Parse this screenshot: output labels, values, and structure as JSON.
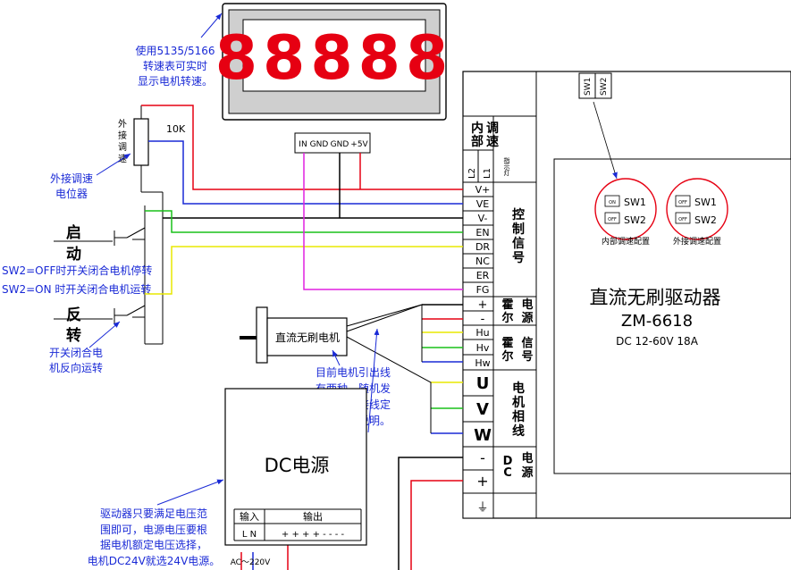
{
  "display": {
    "digits": "88888",
    "note": [
      "使用5135/5166",
      "转速表可实时",
      "显示电机转速。"
    ]
  },
  "potentiometer": {
    "vertical_label": "外接调速",
    "value": "10K",
    "caption": [
      "外接调速",
      "电位器"
    ]
  },
  "meter_terminals": [
    "IN",
    "GND",
    "GND",
    "+5V"
  ],
  "switches": {
    "start": "启动",
    "reverse": "反转",
    "sw2_note": [
      "SW2=OFF时开关闭合电机停转",
      "SW2=ON 时开关闭合电机运转"
    ],
    "reverse_note": [
      "开关闭合电",
      "机反向运转"
    ]
  },
  "motor": {
    "label": "直流无刷电机",
    "note": [
      "目前电机引出线",
      "有两种，随机发",
      "货！具体接线定",
      "义请参考说明。"
    ]
  },
  "power_supply": {
    "title": "DC电源",
    "input_label": "输入",
    "output_label": "输出",
    "input_pins": "L N",
    "output_pins": "+ + + + - - - -",
    "ac": "AC～220V",
    "note": [
      "驱动器只要满足电压范",
      "围即可，电源电压要根",
      "据电机额定电压选择，",
      "电机DC24V就选24V电源。"
    ]
  },
  "driver": {
    "title": "直流无刷驱动器",
    "model": "ZM-6618",
    "spec": "DC 12-60V 18A",
    "dip": [
      "SW1",
      "SW2"
    ],
    "config_internal": "内部调速配置",
    "config_external": "外接调速配置",
    "on": "ON",
    "off": "OFF",
    "sw1": "SW1",
    "sw2": "SW2",
    "terminals": [
      "L2",
      "L1",
      "V+",
      "VE",
      "V-",
      "EN",
      "DR",
      "NC",
      "ER",
      "FG",
      "+",
      "-",
      "Hu",
      "Hv",
      "Hw",
      "U",
      "V",
      "W",
      "-",
      "+",
      "⏚"
    ],
    "groups": {
      "internal_speed": "内部调速",
      "indicator": "指示灯",
      "control_signal": "控制信号",
      "hall_power": "霍尔电源",
      "hall_signal": "霍尔信号",
      "motor_phase": "电机相线",
      "dc_power": "DC电源"
    }
  }
}
